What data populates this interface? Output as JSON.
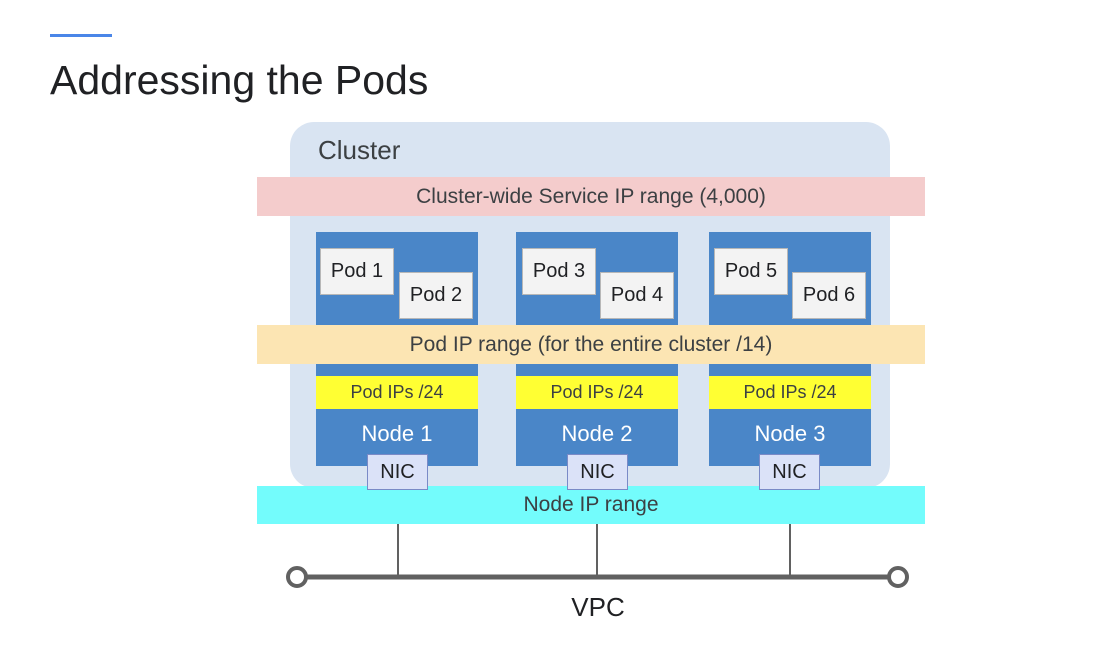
{
  "slide": {
    "title": "Addressing the Pods",
    "accent_color": "#4a86e8"
  },
  "cluster": {
    "label": "Cluster"
  },
  "bands": {
    "service": "Cluster-wide Service IP range (4,000)",
    "pod": "Pod IP range (for the entire cluster /14)",
    "node_ip": "Node IP range"
  },
  "nodes": [
    {
      "label": "Node 1",
      "pods": [
        "Pod 1",
        "Pod 2"
      ],
      "pod_ips": "Pod IPs /24",
      "nic": "NIC"
    },
    {
      "label": "Node 2",
      "pods": [
        "Pod 3",
        "Pod 4"
      ],
      "pod_ips": "Pod IPs /24",
      "nic": "NIC"
    },
    {
      "label": "Node 3",
      "pods": [
        "Pod 5",
        "Pod 6"
      ],
      "pod_ips": "Pod IPs /24",
      "nic": "NIC"
    }
  ],
  "vpc": {
    "label": "VPC"
  },
  "colors": {
    "cluster_bg": "#d9e4f2",
    "service_band": "#f4cccc",
    "pod_band": "#fce5b3",
    "node_ip_band": "#73fcfc",
    "node": "#4a86c8",
    "pod_ips": "#ffff33",
    "nic": "#dbe2f8",
    "vpc_line": "#616161"
  }
}
